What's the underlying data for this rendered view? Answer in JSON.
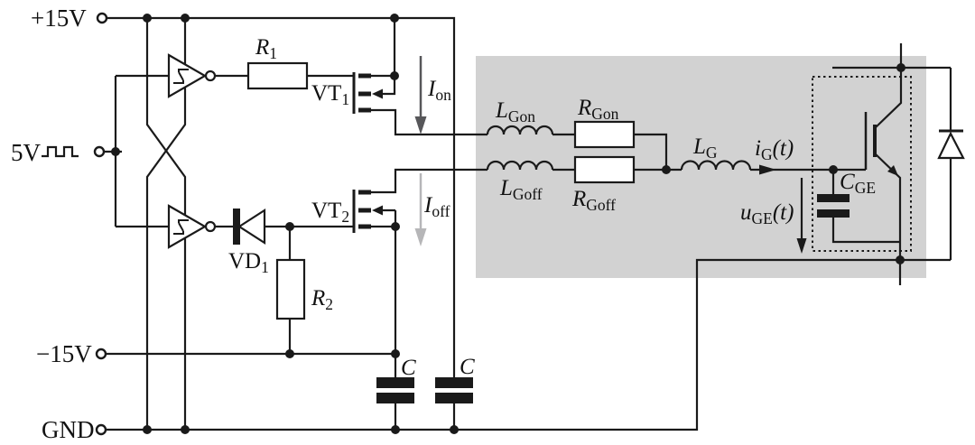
{
  "figure": {
    "type": "circuit-schematic",
    "description": "IGBT gate driver circuit with push-pull MOSFET output stage, separate on/off gate resistances and IGBT module"
  },
  "colors": {
    "wire": "#1a1a1a",
    "module_bg": "#d2d2d2",
    "ion_arrow": "#57575a",
    "ioff_arrow": "#b6b6b8",
    "component_fill": "#ffffff"
  },
  "terminals": {
    "vcc": "+15V",
    "input": "5V",
    "vee": "−15V",
    "gnd": "GND"
  },
  "labels": {
    "r1": {
      "base": "R",
      "sub": "1"
    },
    "vt1": {
      "base": "VT",
      "sub": "1"
    },
    "vt2": {
      "base": "VT",
      "sub": "2"
    },
    "vd1": {
      "base": "VD",
      "sub": "1"
    },
    "r2": {
      "base": "R",
      "sub": "2"
    },
    "i_on": {
      "base": "I",
      "sub": "on"
    },
    "i_off": {
      "base": "I",
      "sub": "off"
    },
    "l_gon": {
      "base": "L",
      "sub": "Gon"
    },
    "r_gon": {
      "base": "R",
      "sub": "Gon"
    },
    "l_goff": {
      "base": "L",
      "sub": "Goff"
    },
    "r_goff": {
      "base": "R",
      "sub": "Goff"
    },
    "l_g": {
      "base": "L",
      "sub": "G"
    },
    "i_g": {
      "base": "i",
      "sub": "G",
      "suffix": "(t)"
    },
    "u_ge": {
      "base": "u",
      "sub": "GE",
      "suffix": "(t)"
    },
    "c_ge": {
      "base": "C",
      "sub": "GE"
    },
    "c1": {
      "base": "C"
    },
    "c2": {
      "base": "C"
    }
  }
}
